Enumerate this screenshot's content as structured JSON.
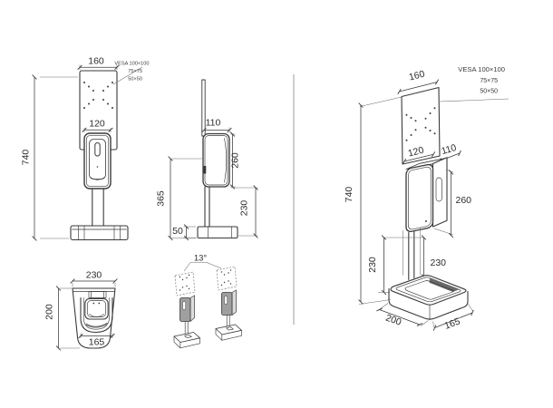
{
  "colors": {
    "ink": "#3a3a3a",
    "ink-light": "#6b6b6b",
    "divider": "#9c9c9c",
    "paper": "#ffffff"
  },
  "front_view": {
    "plate_width": "160",
    "vesa_line1": "VESA 100×100",
    "vesa_line2": "75×75",
    "vesa_line3": "50×50",
    "dispenser_width": "120",
    "total_height": "740"
  },
  "side_view": {
    "depth": "110",
    "dispenser_height": "260",
    "dispense_height": "365",
    "clearance": "230",
    "base_thickness": "50"
  },
  "tilt_view": {
    "angle": "13°"
  },
  "top_view": {
    "base_width": "230",
    "base_depth": "200",
    "tray_width": "165"
  },
  "iso_view": {
    "plate_width": "160",
    "vesa_line1": "VESA 100×100",
    "vesa_line2": "75×75",
    "vesa_line3": "50×50",
    "dispenser_width": "120",
    "depth": "110",
    "total_height": "740",
    "dispenser_height": "260",
    "clearance_left": "230",
    "clearance_right": "230",
    "base_depth": "200",
    "tray_width": "165"
  }
}
